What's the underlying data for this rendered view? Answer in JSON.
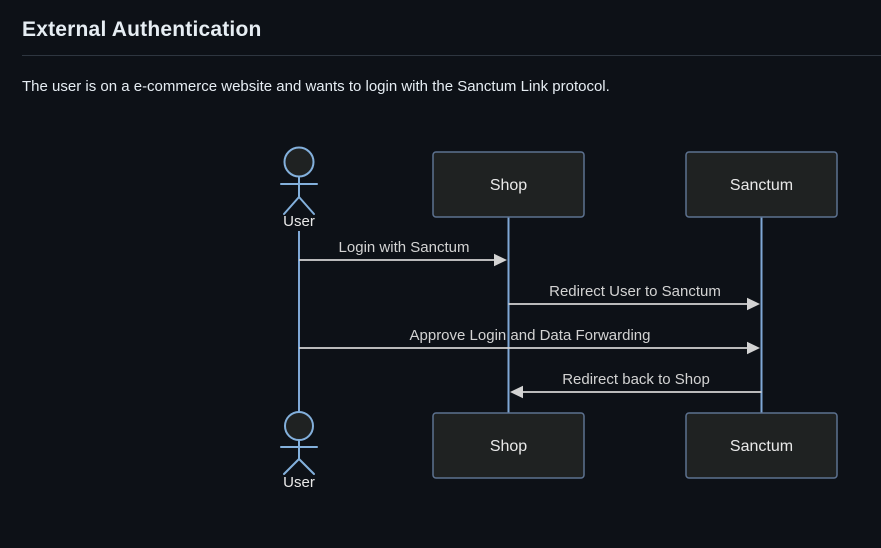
{
  "page": {
    "title": "External Authentication",
    "description": "The user is on a e-commerce website and wants to login with the Sanctum Link protocol."
  },
  "diagram": {
    "type": "sequence",
    "participants": [
      {
        "id": "user",
        "label": "User",
        "kind": "actor"
      },
      {
        "id": "shop",
        "label": "Shop",
        "kind": "participant"
      },
      {
        "id": "sanctum",
        "label": "Sanctum",
        "kind": "participant"
      }
    ],
    "messages": [
      {
        "from": "User",
        "to": "Shop",
        "label": "Login with Sanctum",
        "direction": "right"
      },
      {
        "from": "Shop",
        "to": "Sanctum",
        "label": "Redirect User to Sanctum",
        "direction": "right"
      },
      {
        "from": "User",
        "to": "Sanctum",
        "label": "Approve Login and Data Forwarding",
        "direction": "right"
      },
      {
        "from": "Sanctum",
        "to": "Shop",
        "label": "Redirect back to Shop",
        "direction": "left"
      }
    ],
    "colors": {
      "background": "#0d1117",
      "heading_text": "#e6edf3",
      "divider": "#2e3640",
      "actor_stroke": "#83b0dc",
      "lifeline": "#7fa8d6",
      "box_border": "#5d7290",
      "box_fill": "#1f2222",
      "message_line": "#d3d3d3",
      "message_text": "#d3d3d3",
      "label_text": "#e9e9e9"
    }
  }
}
